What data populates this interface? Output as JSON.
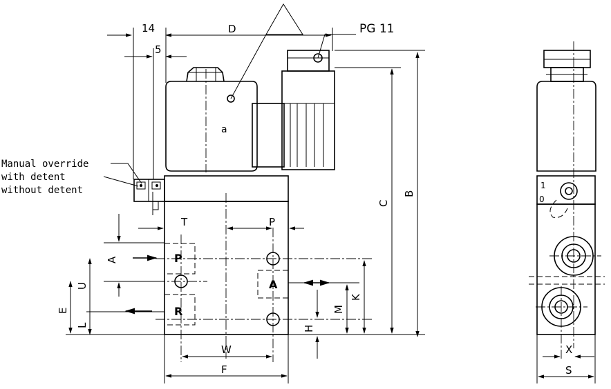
{
  "drawing": {
    "top_label": "PG 11",
    "callout": {
      "lines": [
        "Manual override",
        "with detent",
        "without detent"
      ]
    },
    "dims": {
      "d14": "14",
      "d5": "5",
      "D": "D",
      "B": "B",
      "C": "C",
      "T": "T",
      "P_top": "P",
      "A_left": "A",
      "U": "U",
      "E": "E",
      "L": "L",
      "K": "K",
      "M": "M",
      "H": "H",
      "W": "W",
      "F": "F",
      "X": "X",
      "S": "S",
      "a": "a"
    },
    "ports": {
      "P": "P",
      "A": "A",
      "R": "R"
    },
    "side_marks": {
      "one": "1",
      "zero": "0"
    }
  }
}
